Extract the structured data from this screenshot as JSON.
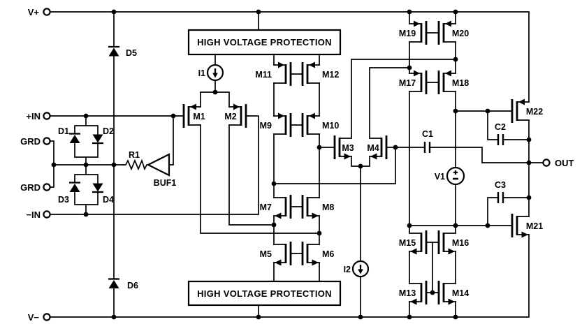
{
  "figure": {
    "type": "op-amp simplified schematic",
    "background": "#ffffff",
    "ink": "#000000"
  },
  "terminals": {
    "v_plus": "V+",
    "v_minus": "V−",
    "in_plus": "+IN",
    "grd_top": "GRD",
    "grd_bottom": "GRD",
    "in_minus": "−IN",
    "out": "OUT"
  },
  "blocks": {
    "hvp_top": "HIGH VOLTAGE PROTECTION",
    "hvp_bottom": "HIGH VOLTAGE PROTECTION"
  },
  "transistors": {
    "m1": "M1",
    "m2": "M2",
    "m3": "M3",
    "m4": "M4",
    "m5": "M5",
    "m6": "M6",
    "m7": "M7",
    "m8": "M8",
    "m9": "M9",
    "m10": "M10",
    "m11": "M11",
    "m12": "M12",
    "m13": "M13",
    "m14": "M14",
    "m15": "M15",
    "m16": "M16",
    "m17": "M17",
    "m18": "M18",
    "m19": "M19",
    "m20": "M20",
    "m21": "M21",
    "m22": "M22"
  },
  "diodes": {
    "d1": "D1",
    "d2": "D2",
    "d3": "D3",
    "d4": "D4",
    "d5": "D5",
    "d6": "D6"
  },
  "capacitors": {
    "c1": "C1",
    "c2": "C2",
    "c3": "C3"
  },
  "sources": {
    "i1": "I1",
    "i2": "I2",
    "v1": "V1"
  },
  "passives": {
    "r1": "R1",
    "buf1": "BUF1"
  }
}
